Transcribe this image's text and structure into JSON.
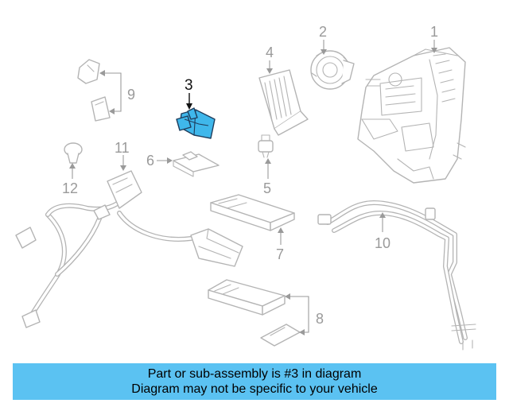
{
  "callouts": {
    "c1": "1",
    "c2": "2",
    "c3": "3",
    "c4": "4",
    "c5": "5",
    "c6": "6",
    "c7": "7",
    "c8": "8",
    "c9": "9",
    "c10": "10",
    "c11": "11",
    "c12": "12"
  },
  "highlight": {
    "part_number": "3",
    "fill_color": "#3fb7eb"
  },
  "banner": {
    "line1": "Part or sub-assembly is #3 in diagram",
    "line2": "Diagram may not be specific to your vehicle",
    "background": "#5bc2f2"
  }
}
